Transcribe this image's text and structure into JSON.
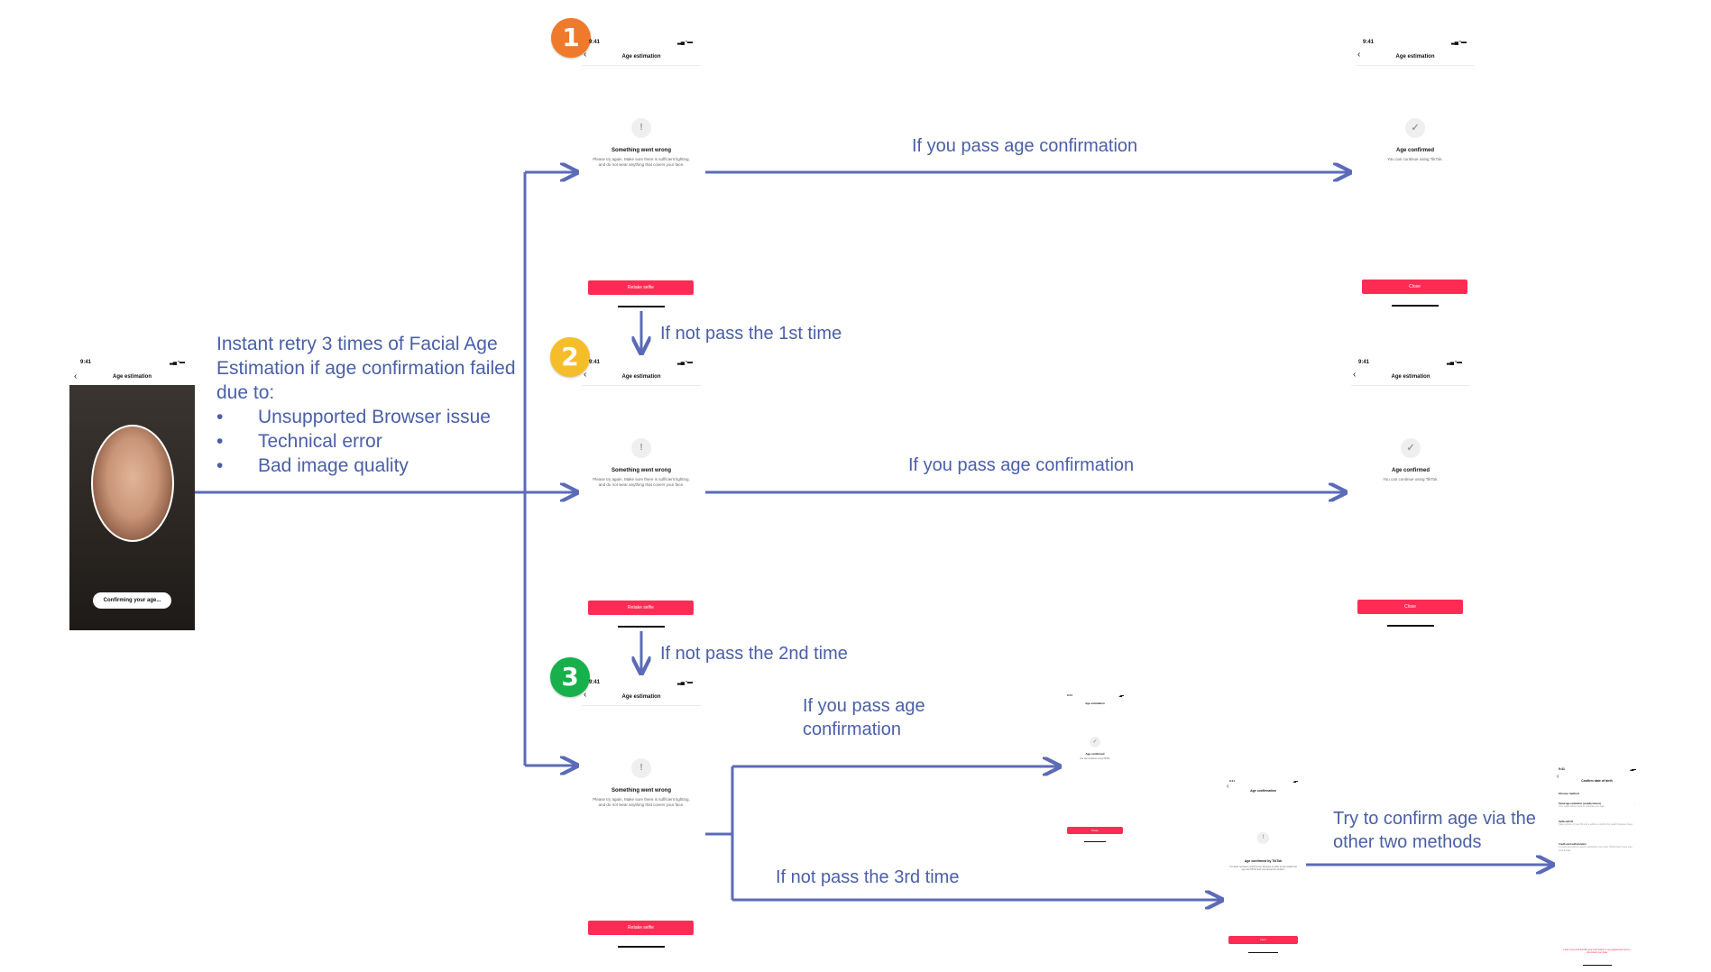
{
  "intro": {
    "text": "Instant retry 3 times of Facial Age Estimation if age confirmation failed due to:",
    "reasons": [
      "Unsupported Browser issue",
      "Technical error",
      "Bad image quality"
    ]
  },
  "badges": [
    "1",
    "2",
    "3"
  ],
  "labels": {
    "pass1": "If you pass age confirmation",
    "pass2": "If you pass age confirmation",
    "pass3": "If you pass age confirmation",
    "fail1": "If not pass the 1st time",
    "fail2": "If not pass the 2nd time",
    "fail3": "If not pass the 3rd time",
    "other": "Try to confirm age via the other two methods"
  },
  "start_screen": {
    "time": "9:41",
    "title": "Age estimation",
    "pill": "Confirming your age..."
  },
  "error_screen": {
    "time": "9:41",
    "title": "Age estimation",
    "icon": "!",
    "heading": "Something went wrong",
    "body": "Please try again. Make sure there is sufficient lighting, and do not wear anything that covers your face.",
    "button": "Retake selfie"
  },
  "success_screen": {
    "time": "9:41",
    "title": "Age estimation",
    "icon": "✓",
    "heading": "Age confirmed",
    "body": "You can continue using TikTok.",
    "button": "Close"
  },
  "failed_screen": {
    "time": "9:41",
    "title": "Age confirmation",
    "icon": "!",
    "heading": "Age confirmed by TikTok",
    "body": "You have not been confirmed as 18 years or older so we couldn't let you use TikTok and your account's content.",
    "button": "Next"
  },
  "methods_screen": {
    "time": "9:41",
    "title": "Confirm date of birth",
    "section": "Choose method",
    "methods": [
      {
        "title": "Facial age estimation (usually fastest)",
        "desc": "Your selfie will be used to estimate your age."
      },
      {
        "title": "Selfie with ID",
        "desc": "Take a photo of your ID and a selfie to confirm the match between them."
      },
      {
        "title": "Credit card authorization",
        "desc": "A credit card will be used to authorize your card. TikTok won't save your card details."
      }
    ],
    "footer": "Learn how we'll handle your information if you appeal and how to download your data"
  },
  "colors": {
    "arrow": "#5b6bb8",
    "label": "#4a5fa8",
    "button": "#fe2c55",
    "badge1": "#f07a2b",
    "badge2": "#f6bd2b",
    "badge3": "#17b04b"
  }
}
